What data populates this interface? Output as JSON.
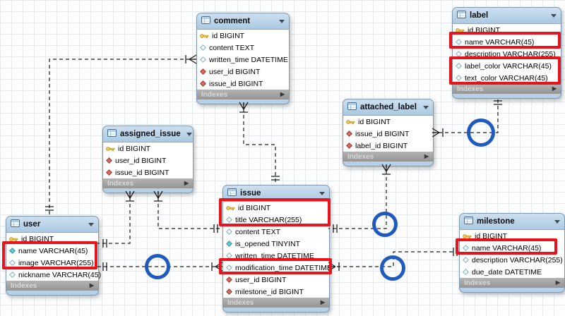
{
  "diagram": {
    "tool_style": "EER diagram",
    "footer_label": "Indexes",
    "tables": [
      {
        "name": "comment",
        "footer": "Indexes",
        "columns": [
          {
            "icon": "primary-key",
            "text": "id BIGINT"
          },
          {
            "icon": "column",
            "text": "content TEXT"
          },
          {
            "icon": "column",
            "text": "written_time DATETIME"
          },
          {
            "icon": "foreign-key",
            "text": "user_id BIGINT"
          },
          {
            "icon": "foreign-key",
            "text": "issue_id BIGINT"
          }
        ]
      },
      {
        "name": "label",
        "footer": "Indexes",
        "columns": [
          {
            "icon": "primary-key",
            "text": "id BIGINT"
          },
          {
            "icon": "column",
            "text": "name VARCHAR(45)"
          },
          {
            "icon": "column",
            "text": "description VARCHAR(255)"
          },
          {
            "icon": "column",
            "text": "label_color VARCHAR(45)"
          },
          {
            "icon": "column",
            "text": "text_color VARCHAR(45)"
          }
        ]
      },
      {
        "name": "assigned_issue",
        "footer": "Indexes",
        "columns": [
          {
            "icon": "primary-key",
            "text": "id BIGINT"
          },
          {
            "icon": "foreign-key",
            "text": "user_id BIGINT"
          },
          {
            "icon": "foreign-key",
            "text": "issue_id BIGINT"
          }
        ]
      },
      {
        "name": "attached_label",
        "footer": "Indexes",
        "columns": [
          {
            "icon": "primary-key",
            "text": "id BIGINT"
          },
          {
            "icon": "foreign-key",
            "text": "issue_id BIGINT"
          },
          {
            "icon": "foreign-key",
            "text": "label_id BIGINT"
          }
        ]
      },
      {
        "name": "user",
        "footer": "Indexes",
        "columns": [
          {
            "icon": "primary-key",
            "text": "id BIGINT"
          },
          {
            "icon": "indexed-column",
            "text": "name VARCHAR(45)"
          },
          {
            "icon": "column",
            "text": "image VARCHAR(255)"
          },
          {
            "icon": "column",
            "text": "nickname VARCHAR(45)"
          }
        ]
      },
      {
        "name": "issue",
        "footer": "Indexes",
        "columns": [
          {
            "icon": "primary-key",
            "text": "id BIGINT"
          },
          {
            "icon": "column",
            "text": "title VARCHAR(255)"
          },
          {
            "icon": "column",
            "text": "content TEXT"
          },
          {
            "icon": "indexed-column",
            "text": "is_opened TINYINT"
          },
          {
            "icon": "column",
            "text": "written_time DATETIME"
          },
          {
            "icon": "column",
            "text": "modification_time DATETIME"
          },
          {
            "icon": "foreign-key",
            "text": "user_id BIGINT"
          },
          {
            "icon": "foreign-key",
            "text": "milestone_id BIGINT"
          }
        ]
      },
      {
        "name": "milestone",
        "footer": "Indexes",
        "columns": [
          {
            "icon": "primary-key",
            "text": "id BIGINT"
          },
          {
            "icon": "column",
            "text": "name VARCHAR(45)"
          },
          {
            "icon": "column",
            "text": "description VARCHAR(255)"
          },
          {
            "icon": "column",
            "text": "due_date DATETIME"
          }
        ]
      }
    ],
    "relationships": [
      {
        "from": "comment",
        "to": "user",
        "cardinality": "many-to-one"
      },
      {
        "from": "comment",
        "to": "issue",
        "cardinality": "many-to-one"
      },
      {
        "from": "assigned_issue",
        "to": "user",
        "cardinality": "many-to-one"
      },
      {
        "from": "assigned_issue",
        "to": "issue",
        "cardinality": "many-to-one"
      },
      {
        "from": "issue",
        "to": "user",
        "cardinality": "many-to-one"
      },
      {
        "from": "attached_label",
        "to": "issue",
        "cardinality": "many-to-one"
      },
      {
        "from": "issue",
        "to": "milestone",
        "cardinality": "many-to-one"
      },
      {
        "from": "attached_label",
        "to": "label",
        "cardinality": "many-to-one"
      }
    ],
    "annotations": {
      "red_box_color": "#e8131b",
      "blue_circle_color": "#1f5bbe",
      "red_boxes": [
        {
          "table": "label",
          "highlights": "name VARCHAR(45)"
        },
        {
          "table": "label",
          "highlights": "label_color VARCHAR(45), text_color VARCHAR(45)"
        },
        {
          "table": "user",
          "highlights": "name VARCHAR(45), image VARCHAR(255)"
        },
        {
          "table": "issue",
          "highlights": "id BIGINT, title VARCHAR(255)"
        },
        {
          "table": "issue",
          "highlights": "modification_time DATETIME"
        },
        {
          "table": "milestone",
          "highlights": "name VARCHAR(45)"
        }
      ],
      "blue_circles": [
        {
          "marks": "user-issue relationship line"
        },
        {
          "marks": "attached_label-issue relationship corner"
        },
        {
          "marks": "milestone-issue relationship corner"
        },
        {
          "marks": "attached_label-label relationship line"
        }
      ]
    }
  }
}
